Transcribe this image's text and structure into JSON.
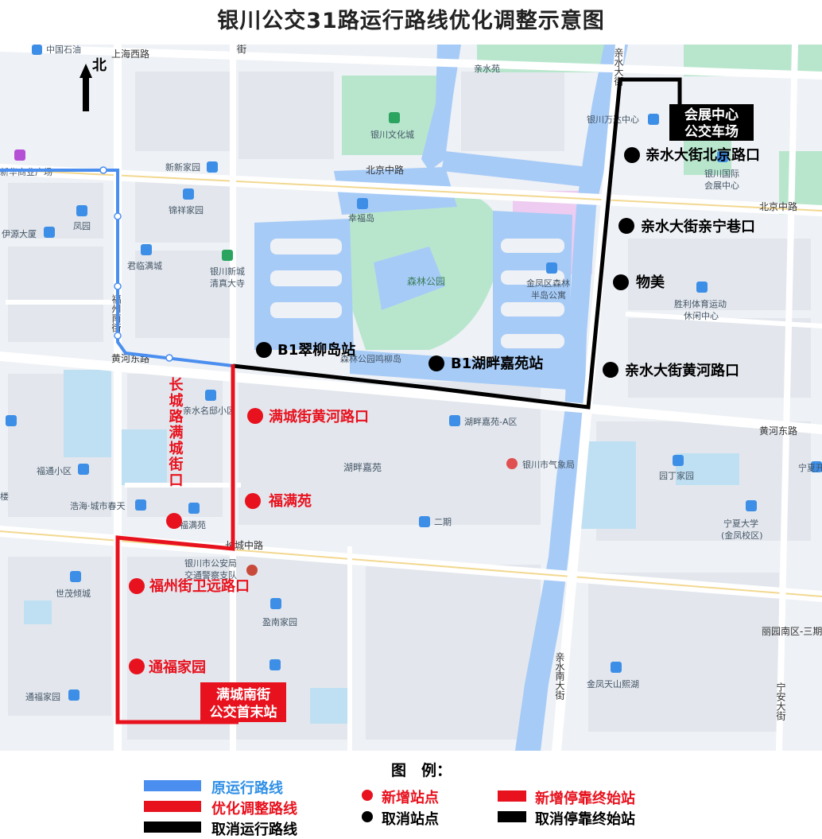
{
  "title": "银川公交31路运行路线优化调整示意图",
  "north_label": "北",
  "colors": {
    "old_route": "#4a8ef0",
    "new_route": "#e8121e",
    "cancelled_route": "#000000",
    "water": "#a7cbf7",
    "park": "#b8e6cd",
    "road": "#ffffff",
    "land": "#eef1f5",
    "block": "#e4e8ee",
    "purple": "#eecbf0",
    "poi_blue": "#3d8ee6",
    "poi_green": "#2aa45f",
    "map_label": "#445566"
  },
  "roads": {
    "shanghai_west": "上海西路",
    "beijing_middle": "北京中路",
    "beijing_middle_east": "北京中路",
    "yellow_river_east": "黄河东路",
    "yellow_river_east_2": "黄河东路",
    "changcheng_middle": "长城中路",
    "fuzhou_south": "福州南街",
    "qinshui_north": "亲水大街",
    "qinshui_south": "亲水南大街",
    "ningan": "宁安大街",
    "street_top": "街",
    "liyuan": "丽园南区-三期"
  },
  "places": {
    "sinopec": "中国石油",
    "xinhua": "新华商业广场",
    "yuanfang": "伊源大厦",
    "fengyuan": "凤园",
    "xinxin": "新新家园",
    "jinxiang": "锦祥家园",
    "junlin": "君临满城",
    "mosque": "银川新城清真大寺",
    "culture_city": "银川文化城",
    "qinshuiyuan": "亲水苑",
    "xingfudao": "幸福岛",
    "forest_park": "森林公园",
    "senlin_apt": "金凤区森林半岛公寓",
    "wanda": "银川万达中心",
    "expo": "银川国际会展中心",
    "shengli": "胜利体育运动休闲中心",
    "mingliu": "森林公园鸣柳岛",
    "qinshui_mingdi": "亲水名邸小区",
    "hupan_a": "湖畔嘉苑-A区",
    "hupan": "湖畔嘉苑",
    "weather": "银川市气象局",
    "futong": "福通小区",
    "haohai": "浩海·城市春天",
    "fuman": "福满苑",
    "erqi": "二期",
    "yuanding": "园丁家园",
    "ningxia_univ": "宁夏大学(金凤校区)",
    "police": "银川市公安局交通警察支队",
    "shimao": "世茂倾城",
    "yingnan": "盈南家园",
    "tongfu": "通福家园",
    "tianshan": "金凤天山熙湖",
    "yin_left": "楼",
    "ningxia_r": "宁夏开",
    "erqi2": "二期"
  },
  "stops_new": {
    "changcheng_vertical": "长城路满城街口",
    "mancheng_huanghe": "满城街黄河路口",
    "fumanyuan": "福满苑",
    "fuzhou_weiyuan": "福州街卫远路口",
    "tongfu": "通福家园"
  },
  "stops_cancelled": {
    "qinshui_beijing": "亲水大街北京路口",
    "qinshui_qinning": "亲水大街亲宁巷口",
    "wumei": "物美",
    "qinshui_huanghe": "亲水大街黄河路口",
    "b1_cuiliu": "B1翠柳岛站",
    "b1_hupan": "B1湖畔嘉苑站"
  },
  "terminals": {
    "expo_line1": "会展中心",
    "expo_line2": "公交车场",
    "mancheng_line1": "满城南街",
    "mancheng_line2": "公交首末站"
  },
  "legend": {
    "heading": "图　例：",
    "old_route": "原运行路线",
    "new_route": "优化调整路线",
    "cancelled_route": "取消运行路线",
    "new_stop": "新增站点",
    "cancelled_stop": "取消站点",
    "new_terminal": "新增停靠终始站",
    "cancelled_terminal": "取消停靠终始站"
  }
}
